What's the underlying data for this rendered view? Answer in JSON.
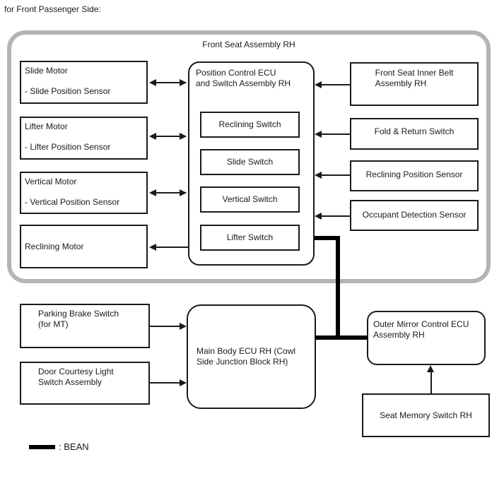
{
  "page": {
    "heading": "for Front Passenger Side:"
  },
  "assembly": {
    "title": "Front Seat Assembly RH",
    "motors": [
      {
        "line1": "Slide Motor",
        "line2": "- Slide Position Sensor"
      },
      {
        "line1": "Lifter Motor",
        "line2": "- Lifter Position Sensor"
      },
      {
        "line1": "Vertical Motor",
        "line2": "- Vertical Position Sensor"
      },
      {
        "line1": "Reclining Motor"
      }
    ],
    "position_ecu": {
      "title_line1": "Position Control ECU",
      "title_line2": "and Switch Assembly RH",
      "switches": [
        {
          "label": "Reclining Switch"
        },
        {
          "label": "Slide Switch"
        },
        {
          "label": "Vertical Switch"
        },
        {
          "label": "Lifter Switch"
        }
      ]
    },
    "inputs": [
      {
        "line1": "Front Seat Inner Belt",
        "line2": "Assembly RH"
      },
      {
        "line1": "Fold & Return Switch"
      },
      {
        "line1": "Reclining Position Sensor"
      },
      {
        "line1": "Occupant Detection Sensor"
      }
    ]
  },
  "body_ecu": {
    "line1": "Main Body ECU RH (Cowl",
    "line2": "Side Junction Block RH)"
  },
  "body_inputs": [
    {
      "line1": "Parking Brake Switch",
      "line2": "(for MT)"
    },
    {
      "line1": "Door Courtesy Light",
      "line2": "Switch Assembly"
    }
  ],
  "mirror_ecu": {
    "line1": "Outer Mirror Control ECU",
    "line2": "Assembly RH"
  },
  "seat_memory": {
    "label": "Seat Memory Switch RH"
  },
  "legend": {
    "label": ": BEAN"
  },
  "colors": {
    "frame_gray": "#b4b4b4",
    "line_black": "#1a1a1a",
    "bean_black": "#000000"
  }
}
